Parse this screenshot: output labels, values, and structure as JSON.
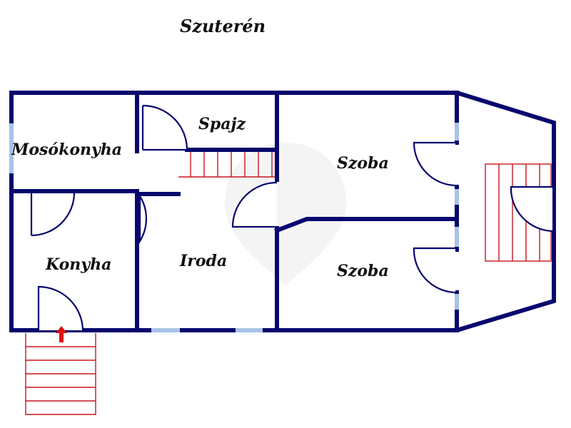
{
  "plan": {
    "title": "Szuterén",
    "rooms": {
      "mosokonyha": "Mosókonyha",
      "spajz": "Spajz",
      "konyha": "Konyha",
      "iroda": "Iroda",
      "szoba_upper": "Szoba",
      "szoba_lower": "Szoba"
    },
    "colors": {
      "wall": "#07076e",
      "window": "#a8c4e6",
      "stairs": "#c8161d",
      "entrance_arrow": "#e01010"
    },
    "icons": [
      "entrance-arrow-icon",
      "watermark-logo-icon"
    ]
  }
}
